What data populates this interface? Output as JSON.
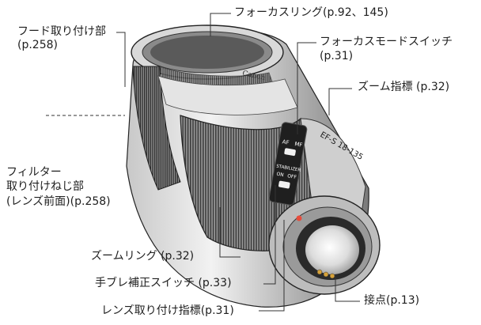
{
  "labels": {
    "focus_ring": "フォーカスリング(p.92、145)",
    "hood_mount_line1": "フード取り付け部",
    "hood_mount_line2": "(p.258)",
    "focus_mode_switch_line1": "フォーカスモードスイッチ",
    "focus_mode_switch_line2": "(p.31)",
    "zoom_index": "ズーム指標 (p.32)",
    "filter_thread_line1": "フィルター",
    "filter_thread_line2": "取り付けねじ部",
    "filter_thread_line3": "(レンズ前面)(p.258)",
    "zoom_ring": "ズームリング (p.32)",
    "image_stabilizer_switch": "手ブレ補正スイッチ (p.33)",
    "lens_mount_index": "レンズ取り付け指標(p.31)",
    "contacts": "接点(p.13)"
  },
  "lens_markings": {
    "brand": "Canon",
    "model": "EF-S 18-135",
    "af": "AF",
    "mf": "MF",
    "stabilizer": "STABILIZER",
    "on": "ON",
    "off": "OFF"
  }
}
